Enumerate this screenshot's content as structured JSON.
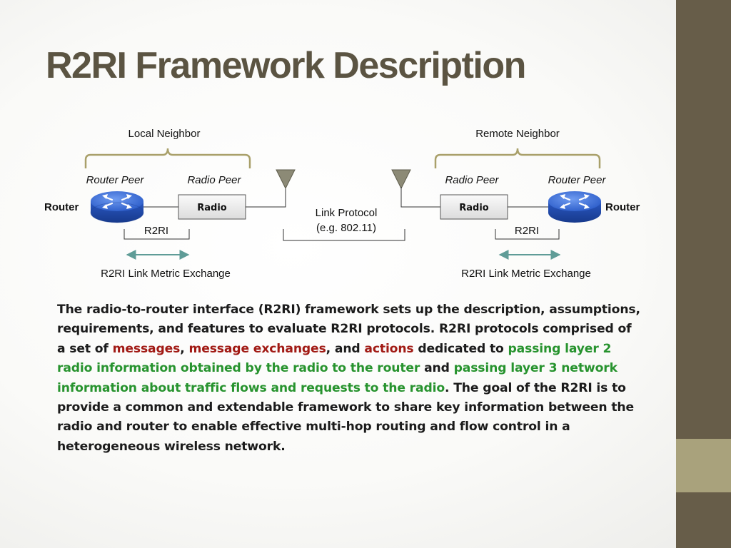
{
  "slide": {
    "title": "R2RI Framework Description"
  },
  "diagram": {
    "left": {
      "group_label": "Local Neighbor",
      "router_peer_label": "Router Peer",
      "radio_peer_label": "Radio Peer",
      "router_label": "Router",
      "radio_box_label": "Radio",
      "interface_label": "R2RI",
      "exchange_label": "R2RI Link Metric Exchange"
    },
    "right": {
      "group_label": "Remote Neighbor",
      "router_peer_label": "Router Peer",
      "radio_peer_label": "Radio Peer",
      "router_label": "Router",
      "radio_box_label": "Radio",
      "interface_label": "R2RI",
      "exchange_label": "R2RI Link Metric Exchange"
    },
    "link_protocol_line1": "Link Protocol",
    "link_protocol_line2": "(e.g. 802.11)",
    "colors": {
      "bracket": "#a9a06a",
      "arrow": "#5f9c97",
      "antenna": "#8c8a76",
      "router_blue": "#2b63d6"
    }
  },
  "body_text": {
    "t1": "The radio-to-router interface (R2RI) framework sets up the description, assumptions, requirements, and features to evaluate R2RI protocols. R2RI protocols comprised of a set of ",
    "h1": "messages",
    "t2": ", ",
    "h2": "message exchanges",
    "t3": ", and ",
    "h3": "actions",
    "t4": " dedicated to ",
    "g1": "passing layer 2 radio information obtained by the radio to the router",
    "t5": " and ",
    "g2": "passing layer 3 network information about traffic flows and requests to the radio",
    "t6": ". The goal of the R2RI is to provide a common and extendable framework to share key information between the radio and router to enable effective multi-hop routing and flow control in a heterogeneous wireless network.",
    "colors": {
      "red": "#a11a14",
      "green": "#27932e"
    }
  }
}
